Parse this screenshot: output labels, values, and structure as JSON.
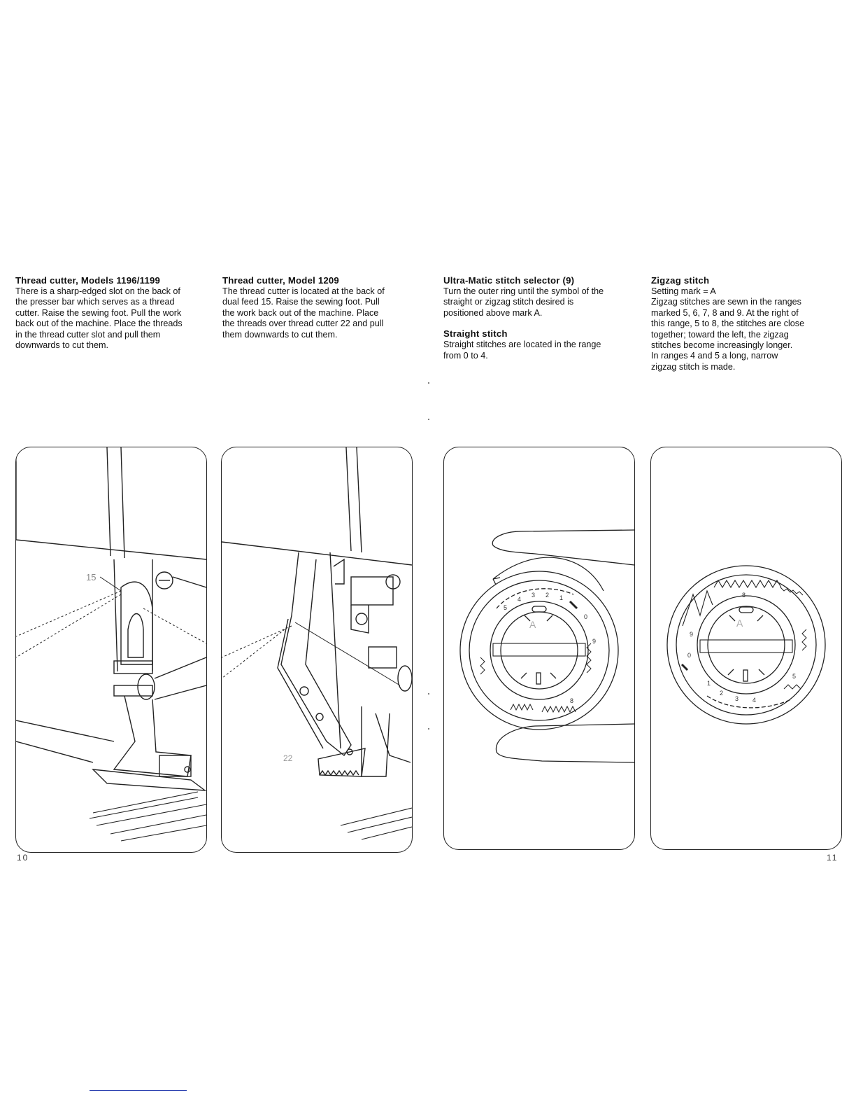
{
  "columns": [
    {
      "title": "Thread cutter, Models 1196/1199",
      "lines": [
        "There is a sharp-edged slot on the back of",
        "the presser bar which serves as a thread",
        "cutter. Raise the sewing foot. Pull the work",
        "back out of the machine. Place the threads",
        "in the thread cutter slot and pull them",
        "downwards to cut them."
      ]
    },
    {
      "title": "Thread cutter, Model 1209",
      "lines": [
        "The thread cutter is located at the back of",
        "dual feed 15. Raise the sewing foot. Pull",
        "the work back out of the machine. Place",
        "the threads over thread cutter 22 and pull",
        "them downwards to cut them."
      ]
    },
    {
      "title": "Ultra-Matic stitch selector (9)",
      "lines": [
        "Turn the outer ring until the symbol of the",
        "straight or zigzag stitch desired is",
        "positioned above mark A."
      ],
      "sub_title": "Straight stitch",
      "sub_lines": [
        "Straight stitches are located in the range",
        "from 0 to 4."
      ]
    },
    {
      "title": "Zigzag stitch",
      "lines": [
        "Setting mark = A",
        "Zigzag stitches are sewn in the ranges",
        "marked 5, 6, 7, 8 and 9. At the right of",
        "this range, 5 to 8, the stitches are close",
        "together; toward the left, the zigzag",
        "stitches become increasingly longer.",
        "In ranges 4 and 5 a long, narrow",
        "zigzag stitch is made."
      ]
    }
  ],
  "figures": {
    "fig1_callout": "15",
    "fig2_callout": "22",
    "dial_mark": "A",
    "dial_left_numbers": [
      "5",
      "4",
      "3",
      "2",
      "1",
      "0",
      "9",
      "8"
    ],
    "dial_right_numbers": [
      "8",
      "9",
      "0",
      "1",
      "2",
      "3",
      "4",
      "5"
    ]
  },
  "page_numbers": {
    "left": "10",
    "right": "11"
  }
}
